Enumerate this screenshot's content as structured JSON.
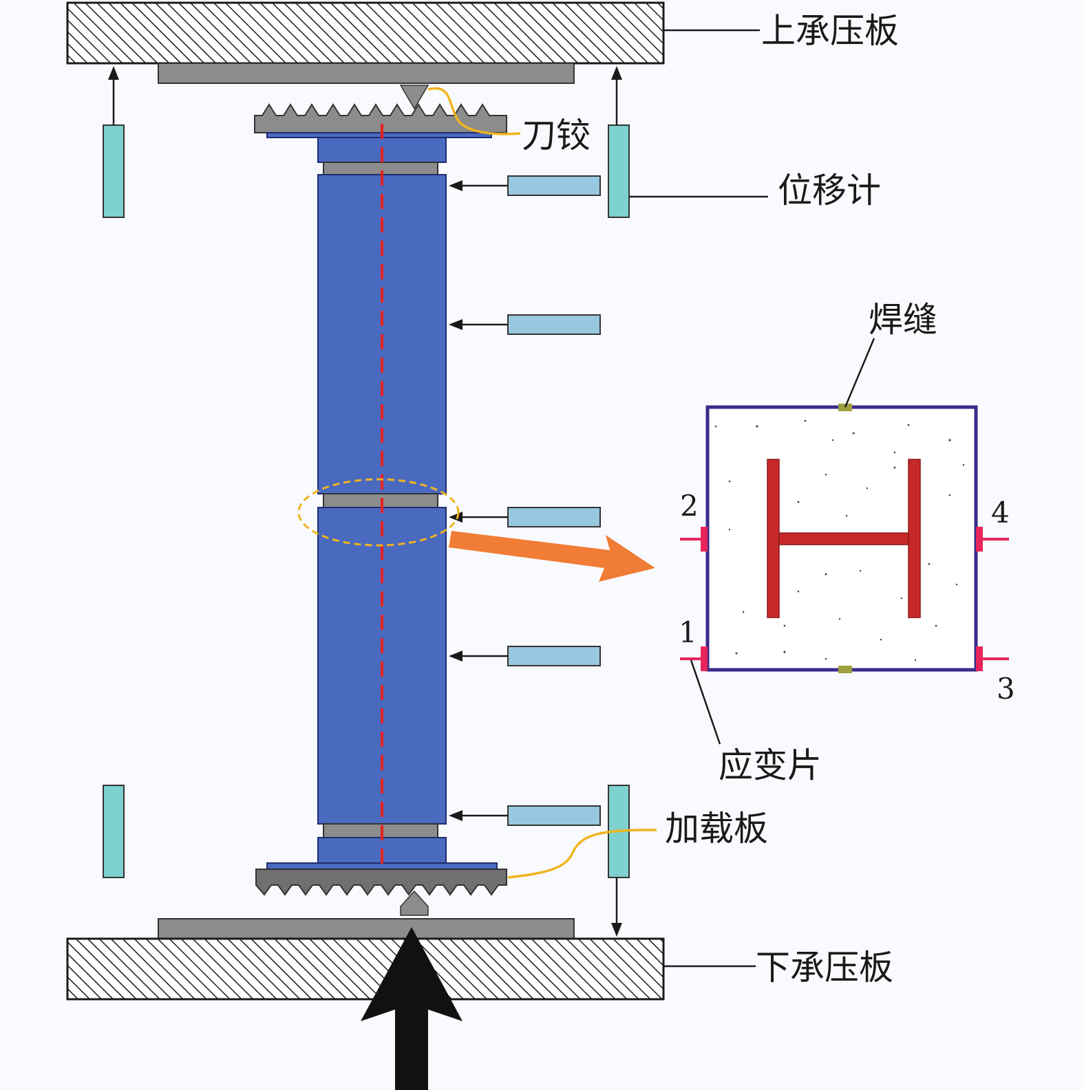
{
  "labels": {
    "upper_plate": "上承压板",
    "knife_hinge": "刀铰",
    "displacement_meter": "位移计",
    "weld": "焊缝",
    "strain_gauge": "应变片",
    "loading_plate": "加载板",
    "lower_plate": "下承压板"
  },
  "gauge_numbers": [
    "1",
    "2",
    "3",
    "4"
  ],
  "colors": {
    "column": "#4a6ac0",
    "column_edge": "#1f2d6e",
    "plate_gray": "#8c8c8c",
    "lvdt_fill": "#7ed1cf",
    "lvdt_fill_h": "#97c8e0",
    "axis_dash": "#e62222",
    "steel_section": "#c8282a",
    "box_edge": "#3a2a8a",
    "strain_gauge": "#e8245a",
    "weld": "#a0a040",
    "orange_arrow": "#f07c36",
    "yellow_line": "#f0b420",
    "load_arrow": "#111111"
  }
}
